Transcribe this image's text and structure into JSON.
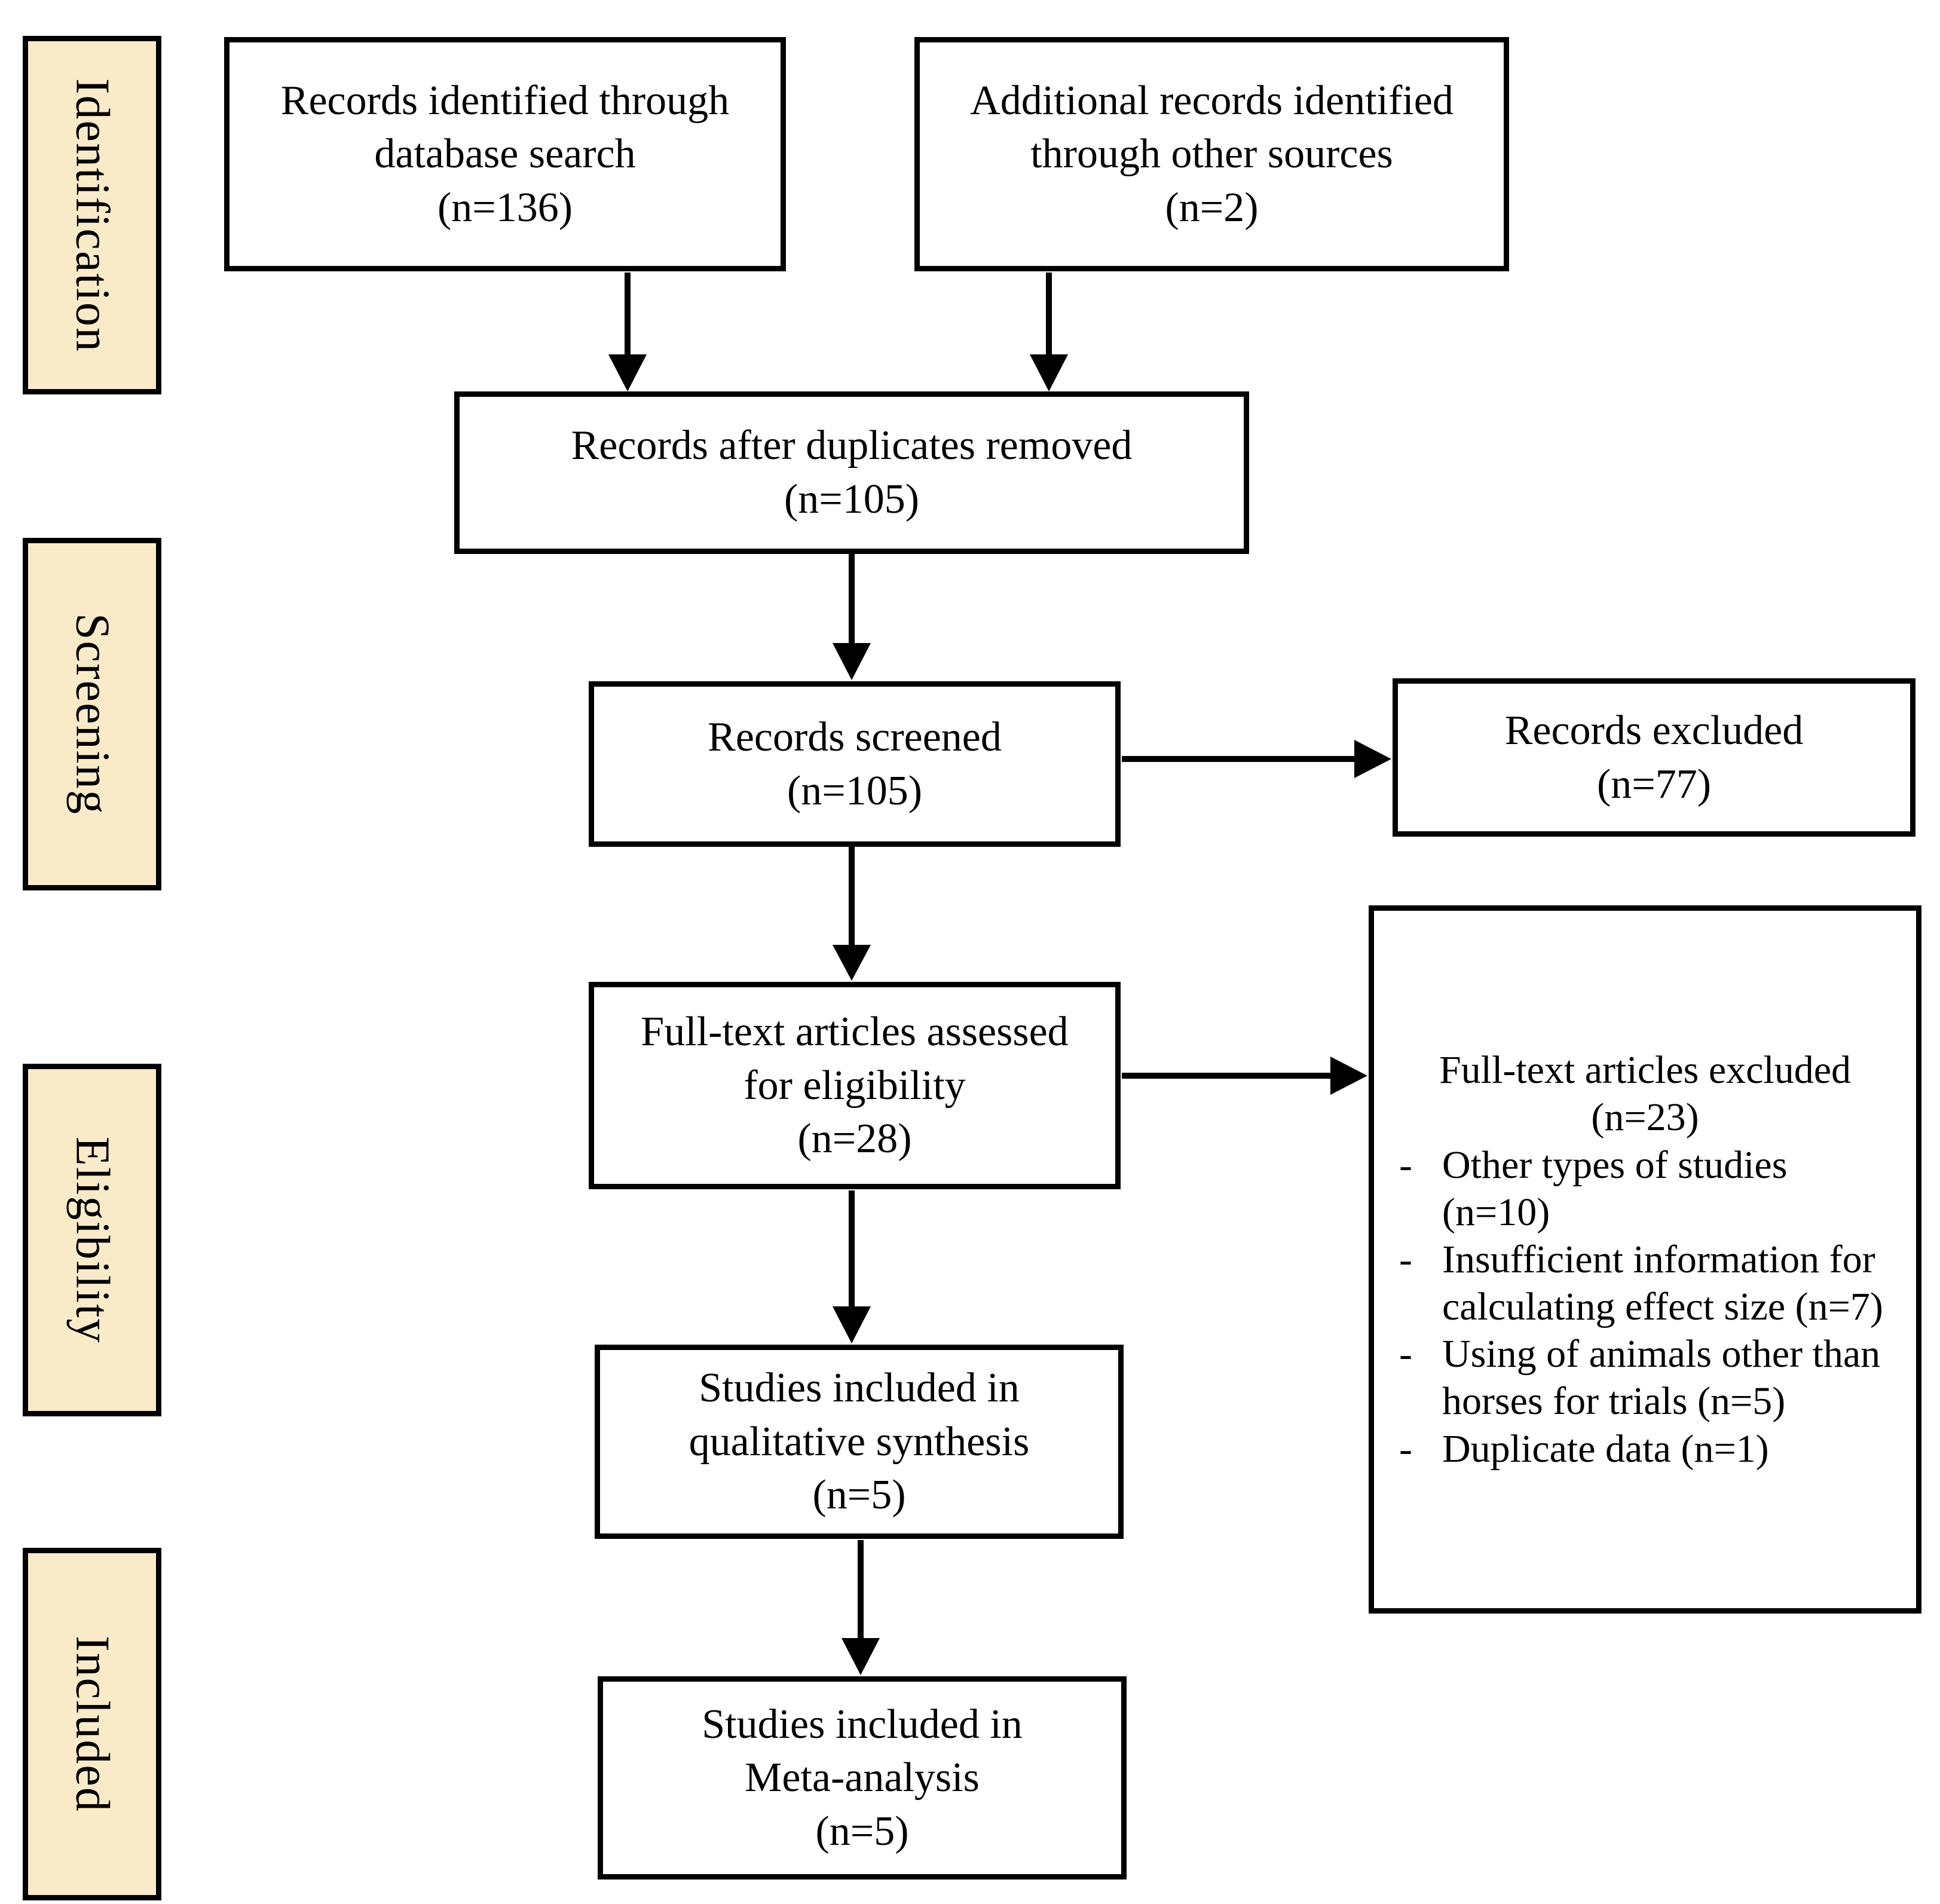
{
  "stages": {
    "identification": "Identification",
    "screening": "Screening",
    "eligibility": "Eligibility",
    "included": "Included"
  },
  "boxes": {
    "records_identified": "Records identified through\ndatabase search\n(n=136)",
    "additional_records": "Additional records identified\nthrough other sources\n(n=2)",
    "after_duplicates": "Records after duplicates removed\n(n=105)",
    "records_screened": "Records screened\n(n=105)",
    "records_excluded": "Records excluded\n(n=77)",
    "fulltext_assessed": "Full-text articles assessed\nfor eligibility\n(n=28)",
    "fulltext_excluded_title": "Full-text articles excluded\n(n=23)",
    "bullet_char": "-",
    "fulltext_excluded_items": [
      "Other types of studies (n=10)",
      "Insufficient information for calculating effect size (n=7)",
      "Using of animals other than horses for trials (n=5)",
      "Duplicate data (n=1)"
    ],
    "qualitative_synthesis": "Studies included in\nqualitative synthesis\n(n=5)",
    "meta_analysis": "Studies included in\nMeta-analysis\n(n=5)"
  },
  "colors": {
    "stage_fill": "#FAEBC8",
    "box_fill": "#FFFFFF",
    "border": "#000000",
    "background": "#FFFFFF"
  }
}
